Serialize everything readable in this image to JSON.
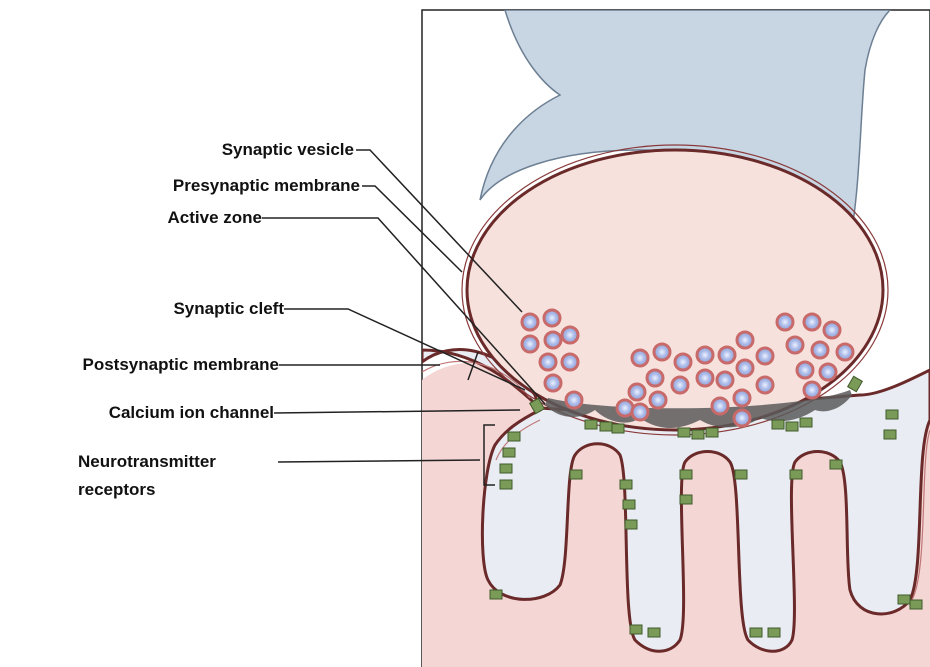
{
  "labels": {
    "synaptic_vesicle": "Synaptic vesicle",
    "presynaptic_membrane": "Presynaptic membrane",
    "active_zone": "Active zone",
    "synaptic_cleft": "Synaptic cleft",
    "postsynaptic_membrane": "Postsynaptic membrane",
    "calcium_ion_channel": "Calcium ion channel",
    "neurotransmitter_receptors_line1": "Neurotransmitter",
    "neurotransmitter_receptors_line2": "receptors"
  },
  "colors": {
    "presynaptic_fill": "#f6e1dc",
    "axon_fill": "#c8d6e4",
    "cleft_fill": "#e9edf3",
    "postsynaptic_fill": "#f4d6d4",
    "membrane_dark": "#6b2a2a",
    "vesicle_ring": "#c86a6a",
    "vesicle_core": "#9aaee0",
    "receptor_green": "#7a9a58",
    "active_zone_gray": "#5a5a5a"
  }
}
